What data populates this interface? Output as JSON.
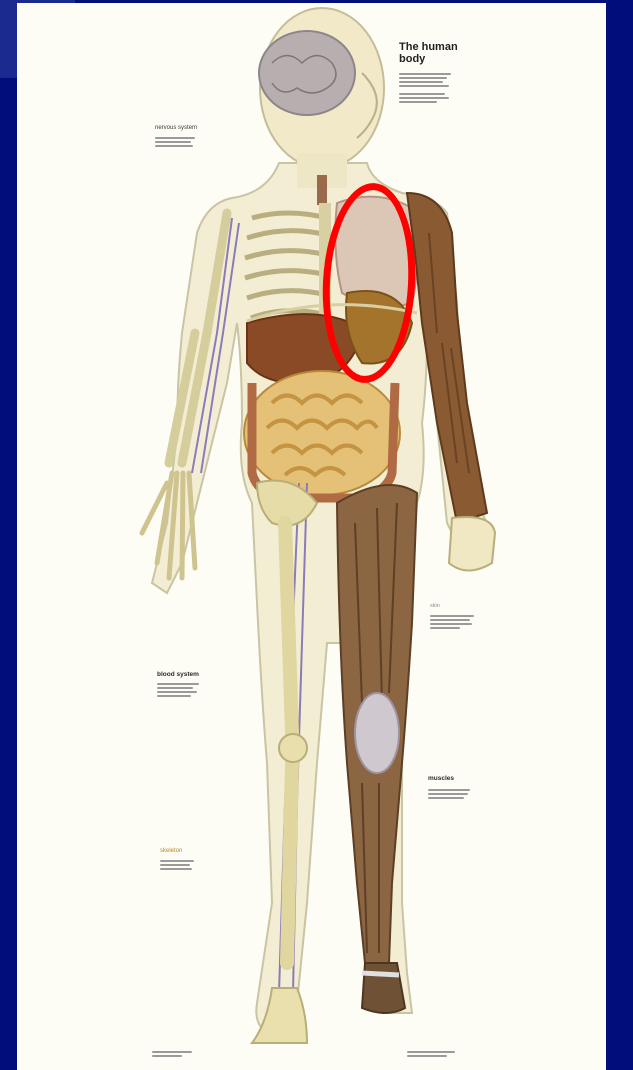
{
  "poster": {
    "title_line1": "The human",
    "title_line2": "body",
    "labels": {
      "nervous": "nervous system",
      "blood": "blood system",
      "skeleton": "skeleton",
      "muscles": "muscles",
      "skin": "skin"
    }
  },
  "colors": {
    "background": "#000d7a",
    "poster": "#fdfdf6",
    "highlight": "#ff0000"
  },
  "highlight": {
    "shape": "oval",
    "target": "lung-area"
  }
}
